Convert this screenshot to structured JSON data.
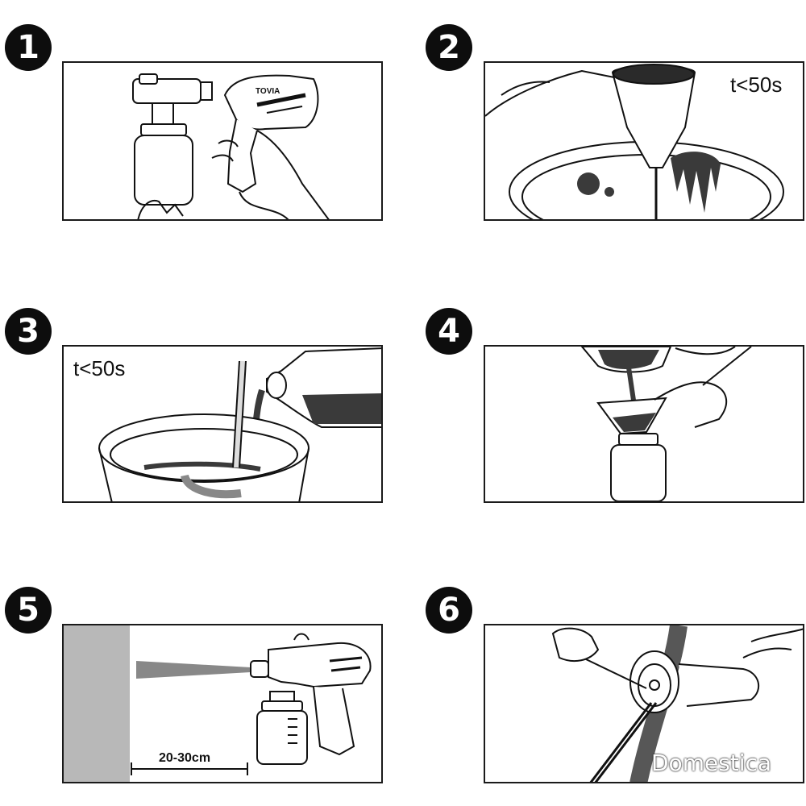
{
  "steps": [
    {
      "number": "1"
    },
    {
      "number": "2",
      "caption": "t<50s"
    },
    {
      "number": "3",
      "caption": "t<50s"
    },
    {
      "number": "4"
    },
    {
      "number": "5",
      "distance": "20-30cm"
    },
    {
      "number": "6"
    }
  ],
  "brand_label": "TOVIA",
  "watermark": "Domestica",
  "colors": {
    "ink": "#111111",
    "paint": "#3a3a3a",
    "wall": "#b8b8b8",
    "panel_border": "#1a1a1a"
  }
}
